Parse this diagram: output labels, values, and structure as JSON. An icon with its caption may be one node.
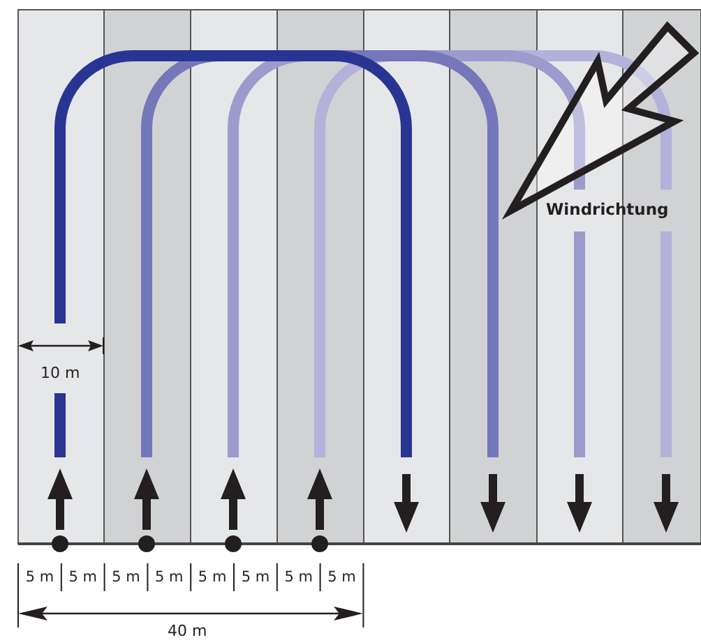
{
  "diagram": {
    "labels": [
      "Windrichtung",
      "10 m",
      "5 m",
      "5 m",
      "5 m",
      "5 m",
      "5 m",
      "5 m",
      "5 m",
      "5 m",
      "40 m"
    ]
  }
}
